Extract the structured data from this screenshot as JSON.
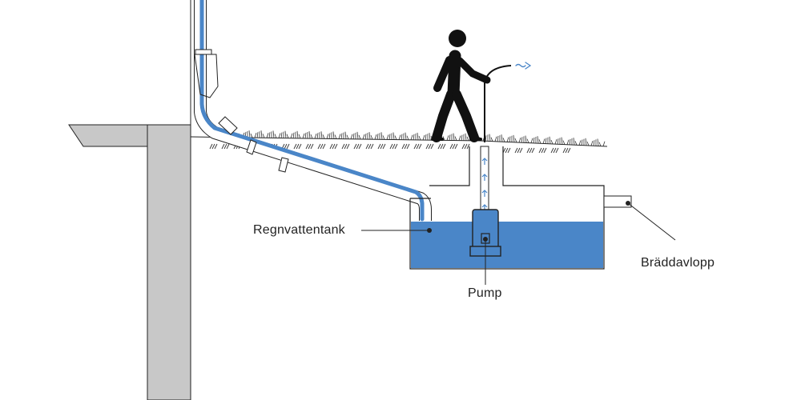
{
  "labels": {
    "tank": "Regnvattentank",
    "pump": "Pump",
    "overflow": "Bräddavlopp"
  },
  "colors": {
    "water": "#4a86c8",
    "wall": "#c8c8c8",
    "line": "#222222",
    "person": "#111111",
    "background": "#ffffff"
  },
  "icons": {
    "person": "walking-person-icon",
    "hose_spray": "water-spray-icon",
    "pump": "submersible-pump-icon"
  }
}
